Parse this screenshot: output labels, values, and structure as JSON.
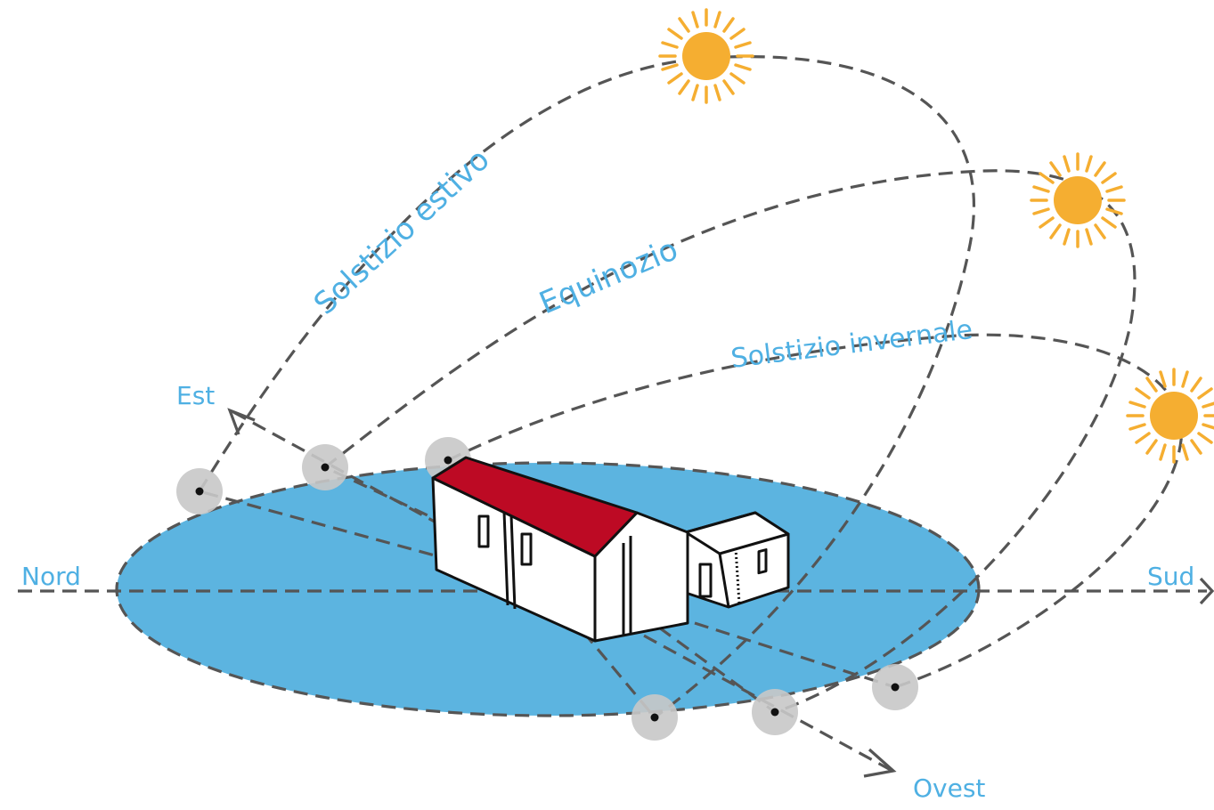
{
  "labels": {
    "nord": "Nord",
    "sud": "Sud",
    "est": "Est",
    "ovest": "Ovest",
    "summer": "Solstizio estivo",
    "equinox": "Equinozio",
    "winter": "Solstizio invernale"
  },
  "colors": {
    "ground": "#5cb4e0",
    "label": "#4fb0e3",
    "dash": "#555555",
    "sun": "#f5ae31",
    "roof": "#bd0a24",
    "point_halo": "#c8c8c8"
  },
  "icons": {
    "sun": "sun-icon",
    "house": "house-icon"
  }
}
